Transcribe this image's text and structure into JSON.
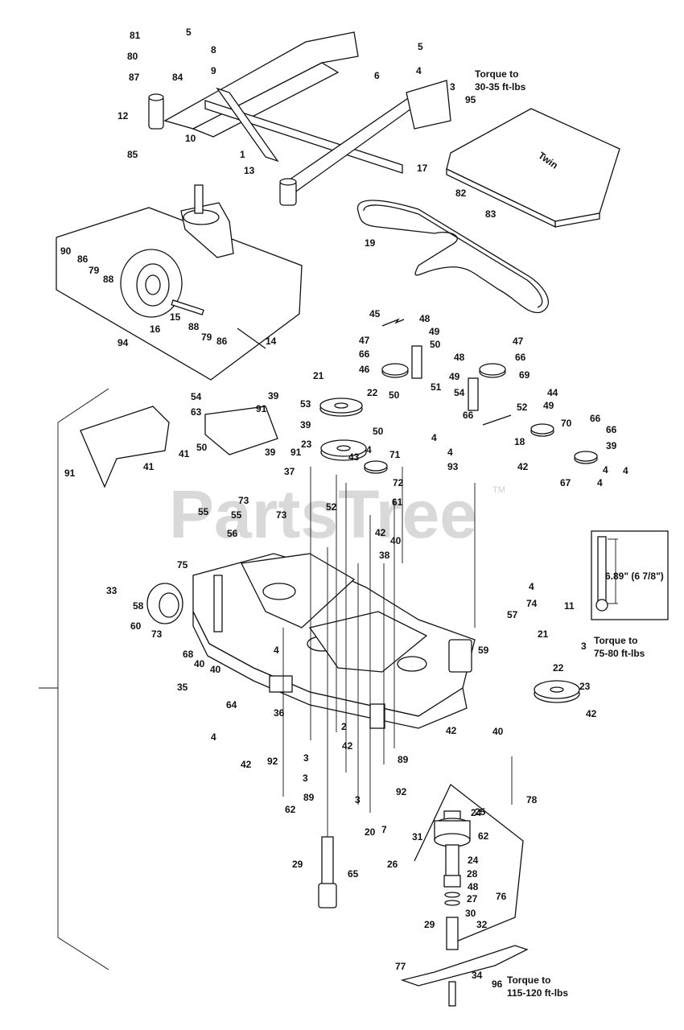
{
  "watermark": {
    "text": "PartsTree",
    "tm": "TM"
  },
  "torque_notes": [
    {
      "line1": "Torque to",
      "line2": "30-35 ft-lbs"
    },
    {
      "line1": "Torque to",
      "line2": "75-80 ft-lbs"
    },
    {
      "line1": "Torque to",
      "line2": "115-120 ft-lbs"
    }
  ],
  "inset": {
    "measurement": "6.89\" (6 7/8\")"
  },
  "callouts": [
    "81",
    "5",
    "8",
    "80",
    "9",
    "87",
    "84",
    "12",
    "10",
    "1",
    "85",
    "5",
    "6",
    "4",
    "3",
    "95",
    "17",
    "82",
    "83",
    "13",
    "19",
    "90",
    "86",
    "79",
    "88",
    "16",
    "15",
    "88",
    "79",
    "86",
    "14",
    "94",
    "45",
    "48",
    "49",
    "47",
    "50",
    "66",
    "46",
    "21",
    "48",
    "47",
    "66",
    "49",
    "69",
    "22",
    "51",
    "54",
    "50",
    "53",
    "44",
    "50",
    "4",
    "66",
    "52",
    "54",
    "63",
    "39",
    "91",
    "39",
    "91",
    "43",
    "4",
    "49",
    "70",
    "66",
    "23",
    "66",
    "71",
    "4",
    "18",
    "37",
    "39",
    "39",
    "91",
    "41",
    "41",
    "50",
    "72",
    "4",
    "61",
    "42",
    "52",
    "73",
    "93",
    "67",
    "73",
    "55",
    "40",
    "55",
    "4",
    "42",
    "4",
    "38",
    "56",
    "75",
    "4",
    "11",
    "33",
    "74",
    "57",
    "58",
    "60",
    "73",
    "21",
    "3",
    "68",
    "4",
    "59",
    "40",
    "40",
    "22",
    "23",
    "35",
    "42",
    "36",
    "42",
    "40",
    "64",
    "4",
    "2",
    "3",
    "42",
    "42",
    "92",
    "3",
    "92",
    "89",
    "62",
    "78",
    "89",
    "24",
    "3",
    "25",
    "62",
    "20",
    "7",
    "31",
    "29",
    "65",
    "26",
    "24",
    "28",
    "48",
    "76",
    "27",
    "30",
    "29",
    "32",
    "77",
    "34",
    "96"
  ]
}
